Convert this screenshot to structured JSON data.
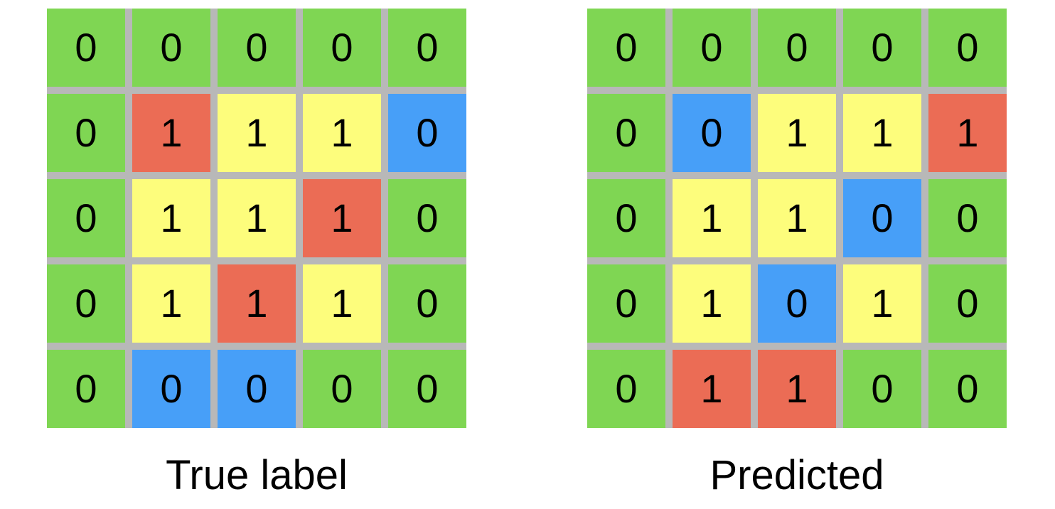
{
  "colors": {
    "TN": "#7fd653",
    "TP": "#fdfd7c",
    "FP": "#eb6c55",
    "FN": "#479ff8",
    "gridline": "#b8b8b8"
  },
  "panels": [
    {
      "caption": "True label",
      "values": [
        [
          "0",
          "0",
          "0",
          "0",
          "0"
        ],
        [
          "0",
          "1",
          "1",
          "1",
          "0"
        ],
        [
          "0",
          "1",
          "1",
          "1",
          "0"
        ],
        [
          "0",
          "1",
          "1",
          "1",
          "0"
        ],
        [
          "0",
          "0",
          "0",
          "0",
          "0"
        ]
      ],
      "colorKeys": [
        [
          "TN",
          "TN",
          "TN",
          "TN",
          "TN"
        ],
        [
          "TN",
          "FP",
          "TP",
          "TP",
          "FN"
        ],
        [
          "TN",
          "TP",
          "TP",
          "FP",
          "TN"
        ],
        [
          "TN",
          "TP",
          "FP",
          "TP",
          "TN"
        ],
        [
          "TN",
          "FN",
          "FN",
          "TN",
          "TN"
        ]
      ]
    },
    {
      "caption": "Predicted",
      "values": [
        [
          "0",
          "0",
          "0",
          "0",
          "0"
        ],
        [
          "0",
          "0",
          "1",
          "1",
          "1"
        ],
        [
          "0",
          "1",
          "1",
          "0",
          "0"
        ],
        [
          "0",
          "1",
          "0",
          "1",
          "0"
        ],
        [
          "0",
          "1",
          "1",
          "0",
          "0"
        ]
      ],
      "colorKeys": [
        [
          "TN",
          "TN",
          "TN",
          "TN",
          "TN"
        ],
        [
          "TN",
          "FN",
          "TP",
          "TP",
          "FP"
        ],
        [
          "TN",
          "TP",
          "TP",
          "FN",
          "TN"
        ],
        [
          "TN",
          "TP",
          "FN",
          "TP",
          "TN"
        ],
        [
          "TN",
          "FP",
          "FP",
          "TN",
          "TN"
        ]
      ]
    }
  ]
}
